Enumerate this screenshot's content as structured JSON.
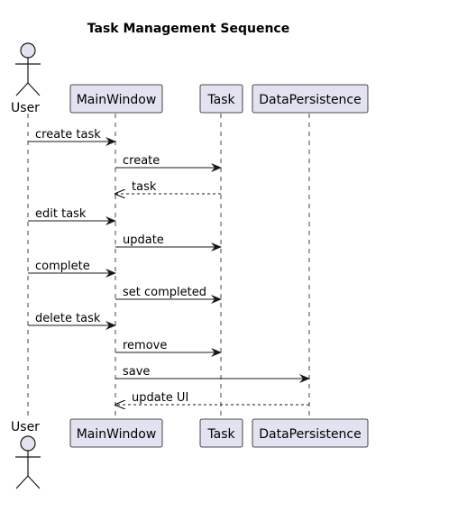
{
  "title": "Task Management Sequence",
  "actor": {
    "name": "User"
  },
  "participants": [
    {
      "id": "mainwindow",
      "name": "MainWindow"
    },
    {
      "id": "task",
      "name": "Task"
    },
    {
      "id": "datapersistence",
      "name": "DataPersistence"
    }
  ],
  "messages": [
    {
      "label": "create task",
      "from": "user",
      "to": "mainwindow",
      "kind": "call"
    },
    {
      "label": "create",
      "from": "mainwindow",
      "to": "task",
      "kind": "call"
    },
    {
      "label": "task",
      "from": "task",
      "to": "mainwindow",
      "kind": "return"
    },
    {
      "label": "edit task",
      "from": "user",
      "to": "mainwindow",
      "kind": "call"
    },
    {
      "label": "update",
      "from": "mainwindow",
      "to": "task",
      "kind": "call"
    },
    {
      "label": "complete",
      "from": "user",
      "to": "mainwindow",
      "kind": "call"
    },
    {
      "label": "set completed",
      "from": "mainwindow",
      "to": "task",
      "kind": "call"
    },
    {
      "label": "delete task",
      "from": "user",
      "to": "mainwindow",
      "kind": "call"
    },
    {
      "label": "remove",
      "from": "mainwindow",
      "to": "task",
      "kind": "call"
    },
    {
      "label": "save",
      "from": "mainwindow",
      "to": "datapersistence",
      "kind": "call"
    },
    {
      "label": "update UI",
      "from": "datapersistence",
      "to": "mainwindow",
      "kind": "return"
    }
  ],
  "colors": {
    "box_fill": "#e2e2f0",
    "box_stroke": "#181818",
    "line": "#181818",
    "lifeline": "#181818"
  }
}
